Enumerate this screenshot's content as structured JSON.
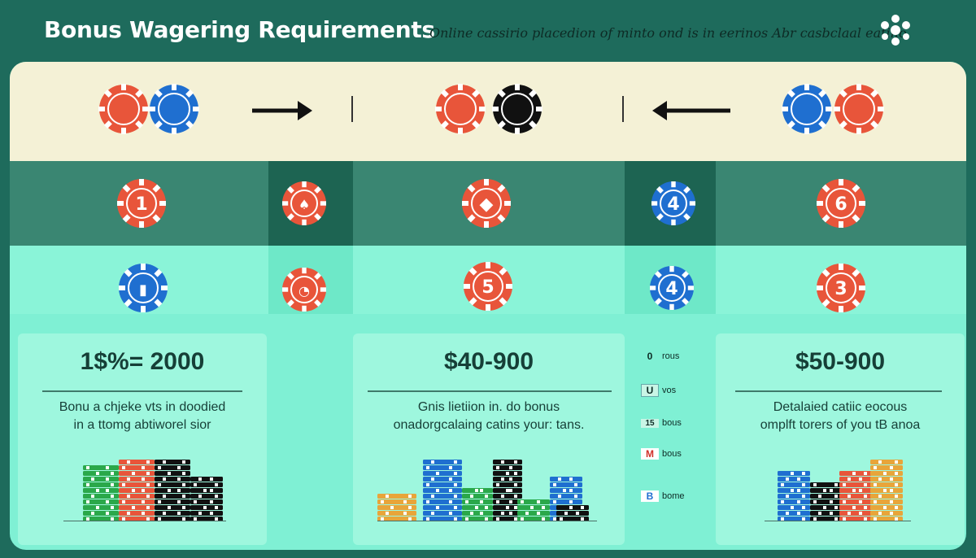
{
  "header": {
    "title": "Bonus Wagering Requirements",
    "subtitle": "Online cassirio placedion of minto ond is in eerinos Abr casbclaal eatino",
    "logo_icon": "casino-dots-logo-icon"
  },
  "colors": {
    "background": "#1e6b5c",
    "chip_red": "#e8553a",
    "chip_blue": "#1f6fd0",
    "chip_black": "#111111",
    "chip_green": "#2aa84a",
    "chip_orange": "#e8a53a"
  },
  "top_row": {
    "arrow_right_icon": "arrow-right-icon",
    "arrow_left_icon": "arrow-left-icon"
  },
  "chip_rows": {
    "row1": [
      "1",
      "♠",
      "◆",
      "4",
      "6"
    ],
    "row2": [
      "▮",
      "◔",
      "5",
      "4",
      "3"
    ]
  },
  "cards": [
    {
      "price": "1$%= 2000",
      "desc_line1": "Bonu a chjeke vts in doodied",
      "desc_line2": "in a ttomg abtiworel sior"
    },
    {
      "price": "$40-900",
      "desc_line1": "Gnis lietiion in. do bonus",
      "desc_line2": "onadorgcalaing catins your: tans."
    },
    {
      "price": "$50-900",
      "desc_line1": "Detalaied catiic eocous",
      "desc_line2": "omplft torers of you tB anoa"
    }
  ],
  "side_legend": [
    {
      "badge": "0",
      "label": "rous"
    },
    {
      "badge": "U",
      "label": "vos"
    },
    {
      "badge": "15",
      "label": "bous"
    },
    {
      "badge": "M",
      "label": "bous"
    },
    {
      "badge": "B",
      "label": "bome"
    }
  ]
}
